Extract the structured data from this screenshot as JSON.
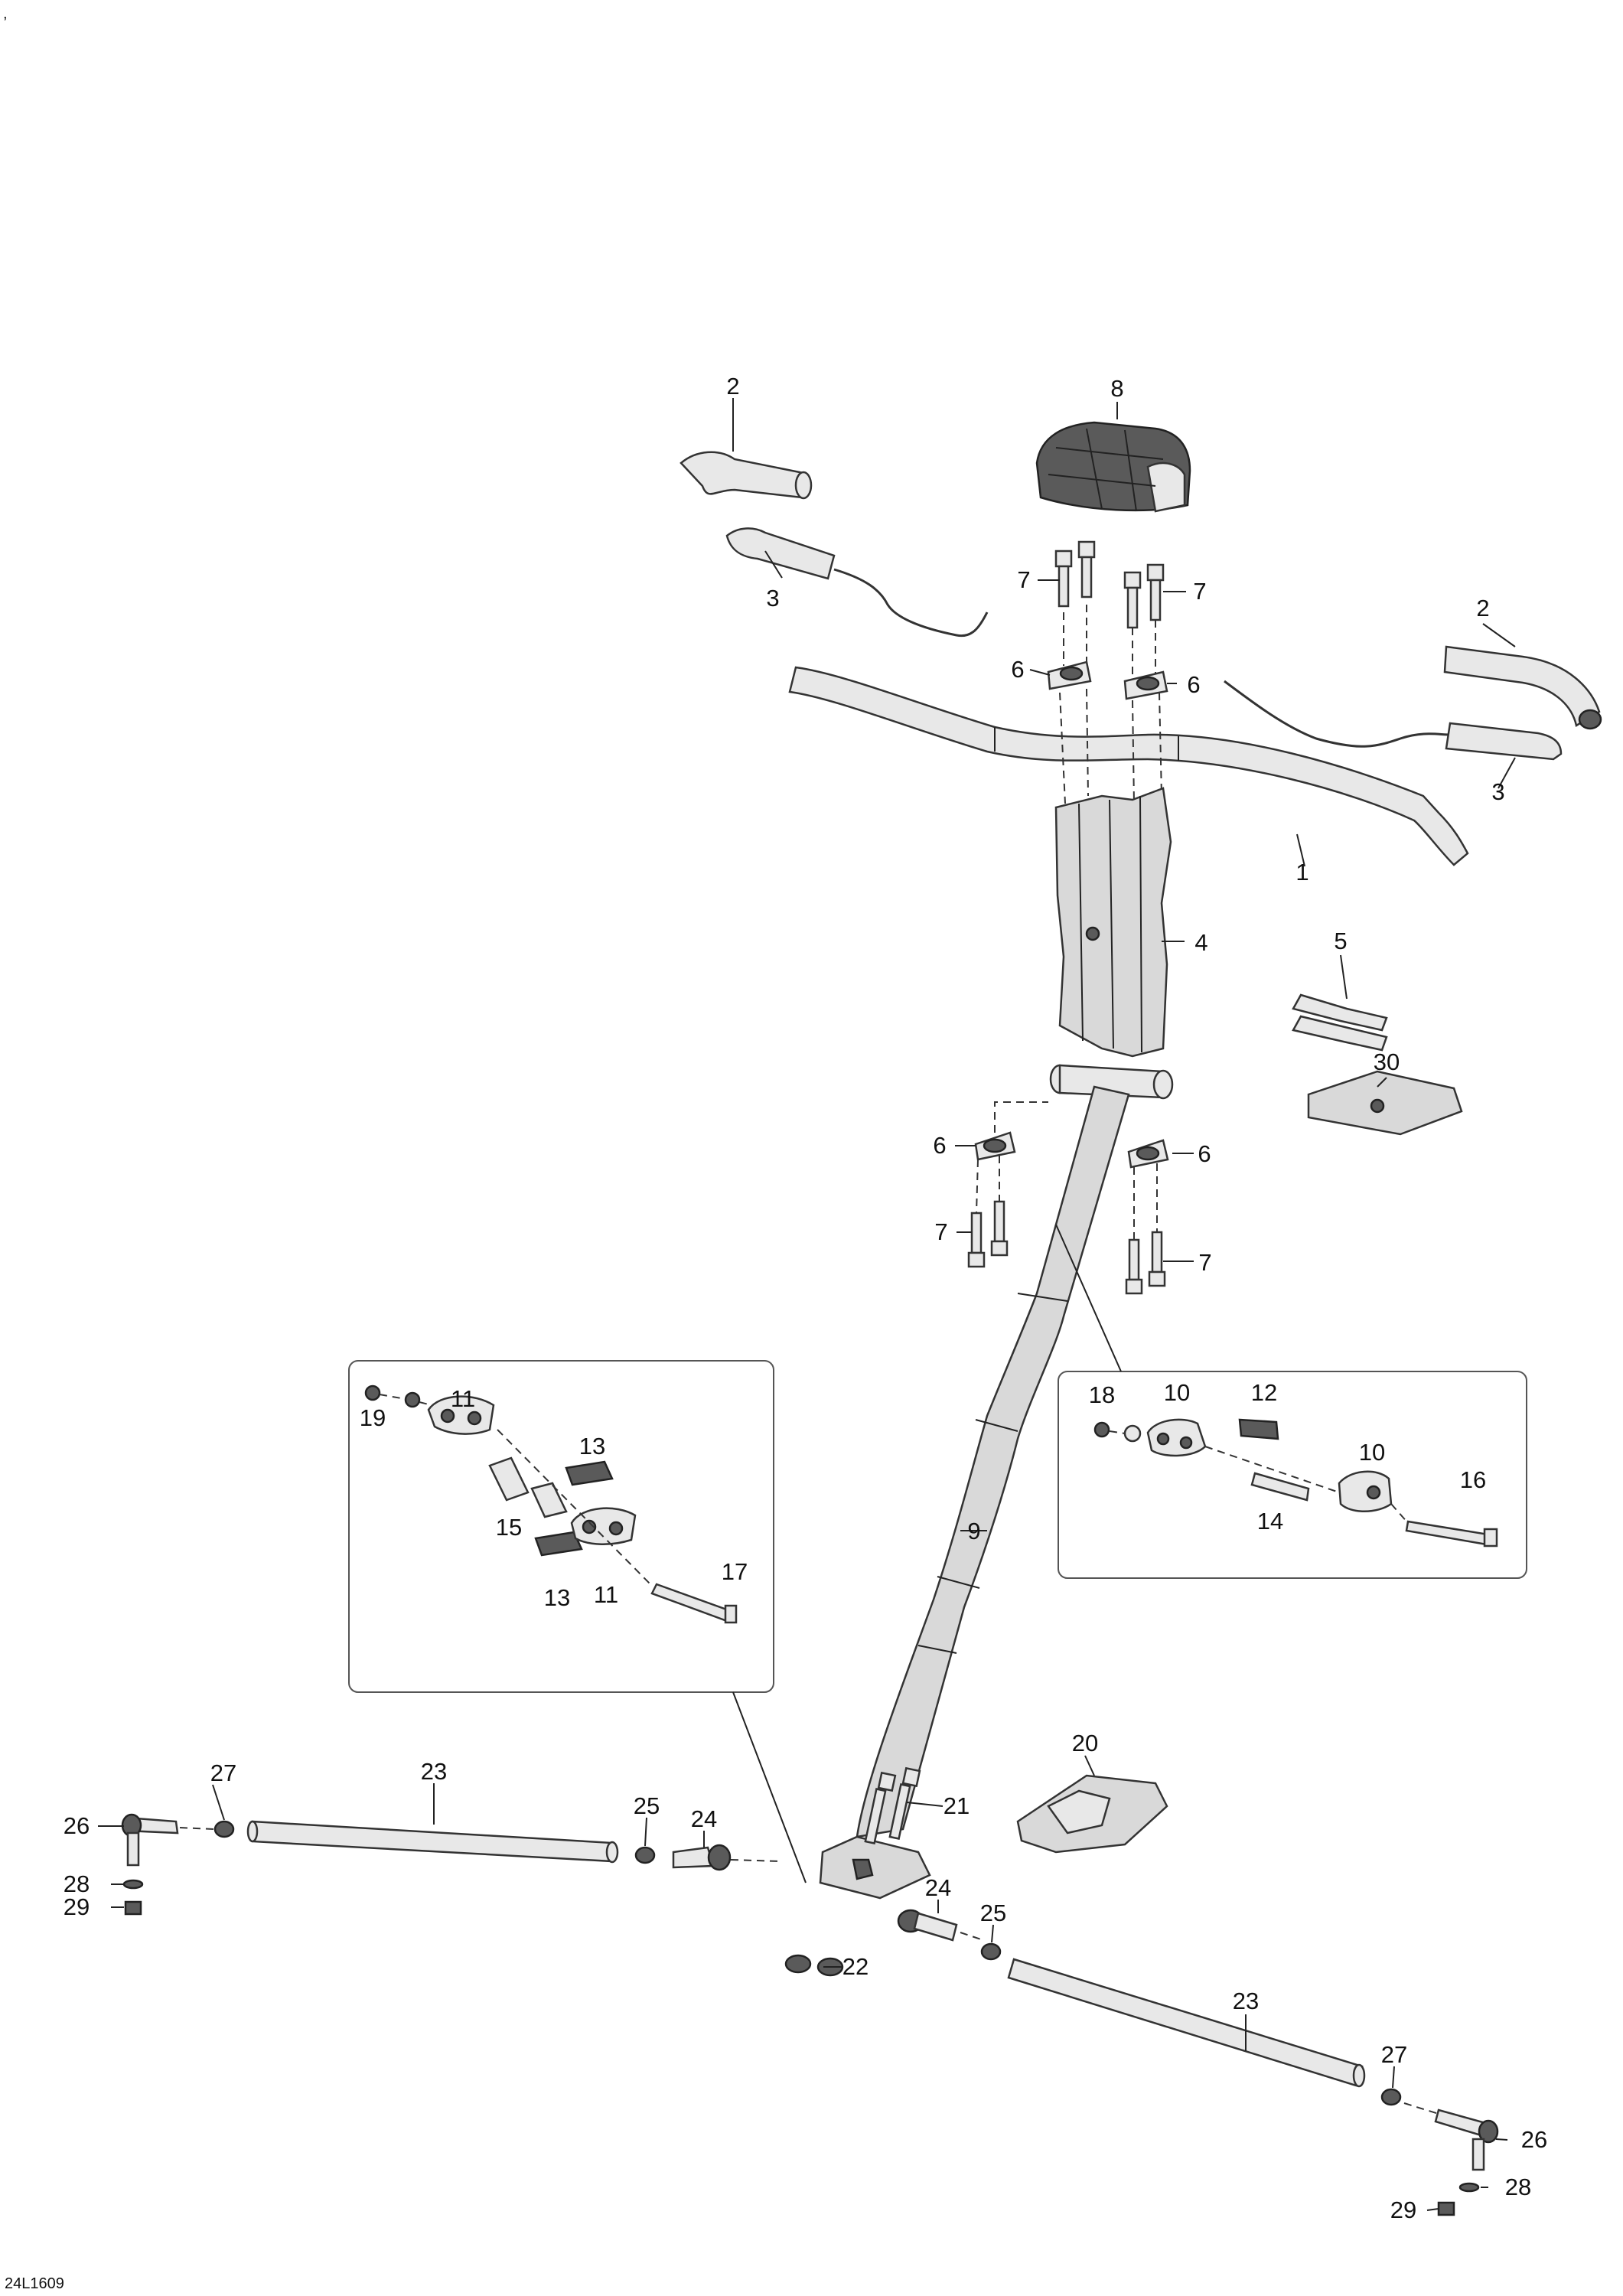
{
  "diagram": {
    "corner_mark": ",",
    "drawing_code": "24L1609",
    "callouts": {
      "handlebar": "1",
      "grip_left": "2",
      "grip_right": "2",
      "heated_grip_left": "3",
      "heated_grip_right": "3",
      "riser": "4",
      "clip": "5",
      "clamp_ul": "6",
      "clamp_ur": "6",
      "clamp_ll": "6",
      "clamp_lr": "6",
      "screw_ul": "7",
      "screw_ur": "7",
      "screw_ll": "7",
      "screw_lr": "7",
      "pad": "8",
      "steering_column": "9",
      "bushing_half_a": "10",
      "bushing_half_b": "10",
      "bushing_half_c": "11",
      "bushing_half_d": "11",
      "ring_right": "12",
      "ring_left_a": "13",
      "ring_left_b": "13",
      "sleeve_right": "14",
      "sleeve_left": "15",
      "bolt_right": "16",
      "bolt_left": "17",
      "nut_right": "18",
      "nut_left": "19",
      "cover": "20",
      "screw_21": "21",
      "nut_22": "22",
      "tie_rod_left": "23",
      "tie_rod_right": "23",
      "ball_joint_left": "24",
      "ball_joint_right": "24",
      "jam_nut_left": "25",
      "jam_nut_right": "25",
      "rod_end_left": "26",
      "rod_end_right": "26",
      "jam_nut_27_left": "27",
      "jam_nut_27_right": "27",
      "washer_left": "28",
      "washer_right": "28",
      "lock_nut_left": "29",
      "lock_nut_right": "29",
      "plate": "30"
    }
  }
}
